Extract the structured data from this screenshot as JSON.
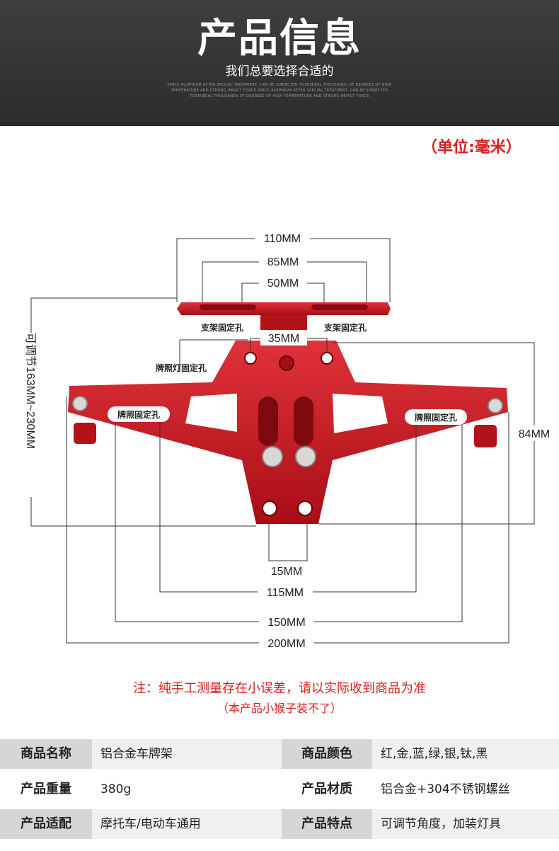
{
  "header": {
    "title": "产品信息",
    "subtitle": "我们总要选择合适的",
    "fine_print": "SPACE ALUMINUM AFTER SPECIAL TREATMENT, CAN BE SUBJECTED TOSEVERAL THOUSANDS OF DEGREES OF HIGH TEMPERATURE AND STRONG IMPACT FORCE SPACE ALUMINUM AFTER SPECIAL TREATMENT, CAN BE SUBJECTED TOSEVERAL THOUSANDS OF DEGREES OF HIGH TEMPERATURE AND STRONG IMPACT FORCE"
  },
  "unit_label": "（单位:毫米）",
  "dimensions": {
    "d110": "110MM",
    "d85": "85MM",
    "d50": "50MM",
    "d35": "35MM",
    "d15": "15MM",
    "d115": "115MM",
    "d150": "150MM",
    "d200": "200MM",
    "d84": "84MM",
    "adjustable": "可调节163MM~230MM"
  },
  "labels": {
    "bracket_hole_left": "支架固定孔",
    "bracket_hole_right": "支架固定孔",
    "lamp_hole": "牌照灯固定孔",
    "plate_hole_left": "牌照固定孔",
    "plate_hole_right": "牌照固定孔"
  },
  "notes": {
    "line1": "注：纯手工测量存在小误差，请以实际收到商品为准",
    "line2": "（本产品小猴子装不了）"
  },
  "specs": [
    {
      "k1": "商品名称",
      "v1": "铝合金车牌架",
      "k2": "商品颜色",
      "v2": "红,金,蓝,绿,银,钛,黑"
    },
    {
      "k1": "产品重量",
      "v1": "380g",
      "k2": "产品材质",
      "v2": "铝合金+304不锈钢螺丝"
    },
    {
      "k1": "产品适配",
      "v1": "摩托车/电动车通用",
      "k2": "产品特点",
      "v2": "可调节角度，加装灯具"
    }
  ],
  "colors": {
    "accent_red": "#d81e1e",
    "part_red": "#c8141e",
    "header_bg": "#333333"
  }
}
